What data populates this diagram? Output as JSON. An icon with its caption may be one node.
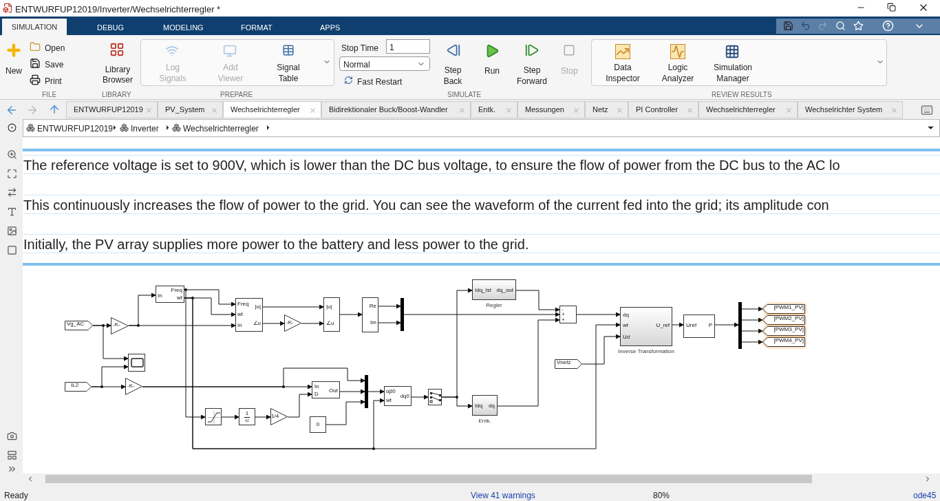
{
  "diagram": {
    "title": "ENTWURFUP12019/Inverter/Wechselrichterregler *",
    "nodes": [
      {
        "text": [
          "Vg_AC"
        ]
      },
      {
        "text": [
          "-K-"
        ]
      },
      {
        "text": [
          "In",
          "Freq",
          "wt"
        ]
      },
      {
        "text": [],
        "shape": "box"
      },
      {
        "text": [
          "IL2"
        ]
      },
      {
        "text": [
          "-K-"
        ]
      },
      {
        "text": [
          "Freq",
          "wt",
          "In",
          "|u|",
          "∠u"
        ]
      },
      {
        "text": [
          "-K-"
        ]
      },
      {
        "text": [
          "|u|",
          "∠u"
        ]
      },
      {
        "text": [
          "Re",
          "Im"
        ]
      },
      {
        "text": [],
        "shape": "bar"
      },
      {
        "text": [
          "Idq_Ist",
          "dq_out"
        ],
        "beside": [
          "Regler"
        ]
      },
      {
        "text": [
          "-",
          "+",
          "+"
        ]
      },
      {
        "text": [
          "dq",
          "wt",
          "Ud",
          "U_ref"
        ],
        "beside": [
          "Inverse Transformation"
        ]
      },
      {
        "text": [
          "Uref",
          "P"
        ]
      },
      {
        "text": [],
        "shape": "bar"
      },
      {
        "text": [
          "[PWM1_PV]"
        ]
      },
      {
        "text": [
          "[PWM2_PV]"
        ]
      },
      {
        "text": [
          "[PWM3_PV]"
        ]
      },
      {
        "text": [
          "[PWM4_PV]"
        ]
      },
      {
        "text": [
          "Vnetz"
        ]
      },
      {
        "text": [
          "In",
          "D",
          "Out"
        ]
      },
      {
        "text": [],
        "shape": "box"
      },
      {
        "text": [
          "1",
          "u"
        ]
      },
      {
        "text": [
          "1/4"
        ]
      },
      {
        "text": [
          "0"
        ]
      },
      {
        "text": [],
        "shape": "bar"
      },
      {
        "text": [
          "αβ0",
          "wt",
          "dq0"
        ]
      },
      {
        "text": [],
        "shape": "box"
      },
      {
        "text": [
          "Idq",
          "dq"
        ],
        "beside": [
          "Entk."
        ]
      }
    ],
    "edges": [
      {
        "from": 0,
        "to": 1,
        "arrow": "to"
      },
      {
        "from": 0,
        "to": 3,
        "arrow": "to"
      },
      {
        "from": 1,
        "to": 2,
        "arrow": "to"
      },
      {
        "from": 1,
        "to": 6,
        "arrow": "to"
      },
      {
        "from": 2,
        "to": 6,
        "arrow": "to"
      },
      {
        "from": 2,
        "to": 6,
        "arrow": "to"
      },
      {
        "from": 2,
        "to": 22,
        "arrow": "to"
      },
      {
        "from": 2,
        "to": 27,
        "arrow": "to"
      },
      {
        "from": 2,
        "to": 13,
        "arrow": "to"
      },
      {
        "from": 6,
        "to": 8,
        "arrow": "to"
      },
      {
        "from": 6,
        "to": 7,
        "arrow": "to"
      },
      {
        "from": 7,
        "to": 8,
        "arrow": "to"
      },
      {
        "from": 8,
        "to": 9,
        "arrow": "to"
      },
      {
        "from": 9,
        "to": 10,
        "arrow": "to"
      },
      {
        "from": 9,
        "to": 10,
        "arrow": "to"
      },
      {
        "from": 10,
        "to": 12,
        "arrow": "to"
      },
      {
        "from": 4,
        "to": 5,
        "arrow": "to"
      },
      {
        "from": 4,
        "to": 3,
        "arrow": "to"
      },
      {
        "from": 5,
        "to": 21,
        "arrow": "to"
      },
      {
        "from": 5,
        "to": 26,
        "arrow": "to"
      },
      {
        "from": 21,
        "to": 26,
        "arrow": "to"
      },
      {
        "from": 24,
        "to": 21,
        "arrow": "to"
      },
      {
        "from": 22,
        "to": 23,
        "arrow": "to"
      },
      {
        "from": 23,
        "to": 24,
        "arrow": "to"
      },
      {
        "from": 25,
        "to": 26,
        "arrow": "to"
      },
      {
        "from": 26,
        "to": 27,
        "arrow": "to"
      },
      {
        "from": 27,
        "to": 28,
        "arrow": "to"
      },
      {
        "from": 28,
        "to": 11,
        "arrow": "to"
      },
      {
        "from": 28,
        "to": 29,
        "arrow": "to"
      },
      {
        "from": 11,
        "to": 12,
        "arrow": "to"
      },
      {
        "from": 29,
        "to": 12,
        "arrow": "to"
      },
      {
        "from": 12,
        "to": 13,
        "arrow": "to"
      },
      {
        "from": 20,
        "to": 13,
        "arrow": "to"
      },
      {
        "from": 13,
        "to": 14,
        "arrow": "to"
      },
      {
        "from": 14,
        "to": 15,
        "arrow": "to"
      },
      {
        "from": 15,
        "to": 16,
        "arrow": "to"
      },
      {
        "from": 15,
        "to": 17,
        "arrow": "to"
      },
      {
        "from": 15,
        "to": 18,
        "arrow": "to"
      },
      {
        "from": 15,
        "to": 19,
        "arrow": "to"
      }
    ],
    "labels": [
      "SIMULATION",
      "DEBUG",
      "MODELING",
      "FORMAT",
      "APPS",
      "New",
      "Open",
      "Save",
      "Print",
      "FILE",
      "Library Browser",
      "LIBRARY",
      "Log Signals",
      "Add Viewer",
      "Signal Table",
      "PREPARE",
      "Stop Time",
      "1",
      "Normal",
      "Fast Restart",
      "Step Back",
      "Run",
      "Step Forward",
      "Stop",
      "SIMULATE",
      "Data Inspector",
      "Logic Analyzer",
      "Simulation Manager",
      "REVIEW RESULTS",
      "ENTWURFUP12019",
      "PV_System",
      "Wechselrichterregler",
      "Bidirektionaler Buck/Boost-Wandler",
      "Entk.",
      "Messungen",
      "Netz",
      "PI Controller",
      "Wechselrichterregler",
      "Wechselrichter System",
      "ENTWURFUP12019",
      "Inverter",
      "Wechselrichterregler",
      "The reference voltage is set to 900V, which is lower than the DC bus voltage, to ensure the flow of power from the DC bus to the AC lo",
      "This continuously increases the flow of power to the grid. You can see the waveform of the current fed into the grid; its amplitude con",
      "Initially, the PV array supplies more power to the battery and less power to the grid.",
      "Ready",
      "View 41 warnings",
      "80%",
      "ode45"
    ]
  }
}
